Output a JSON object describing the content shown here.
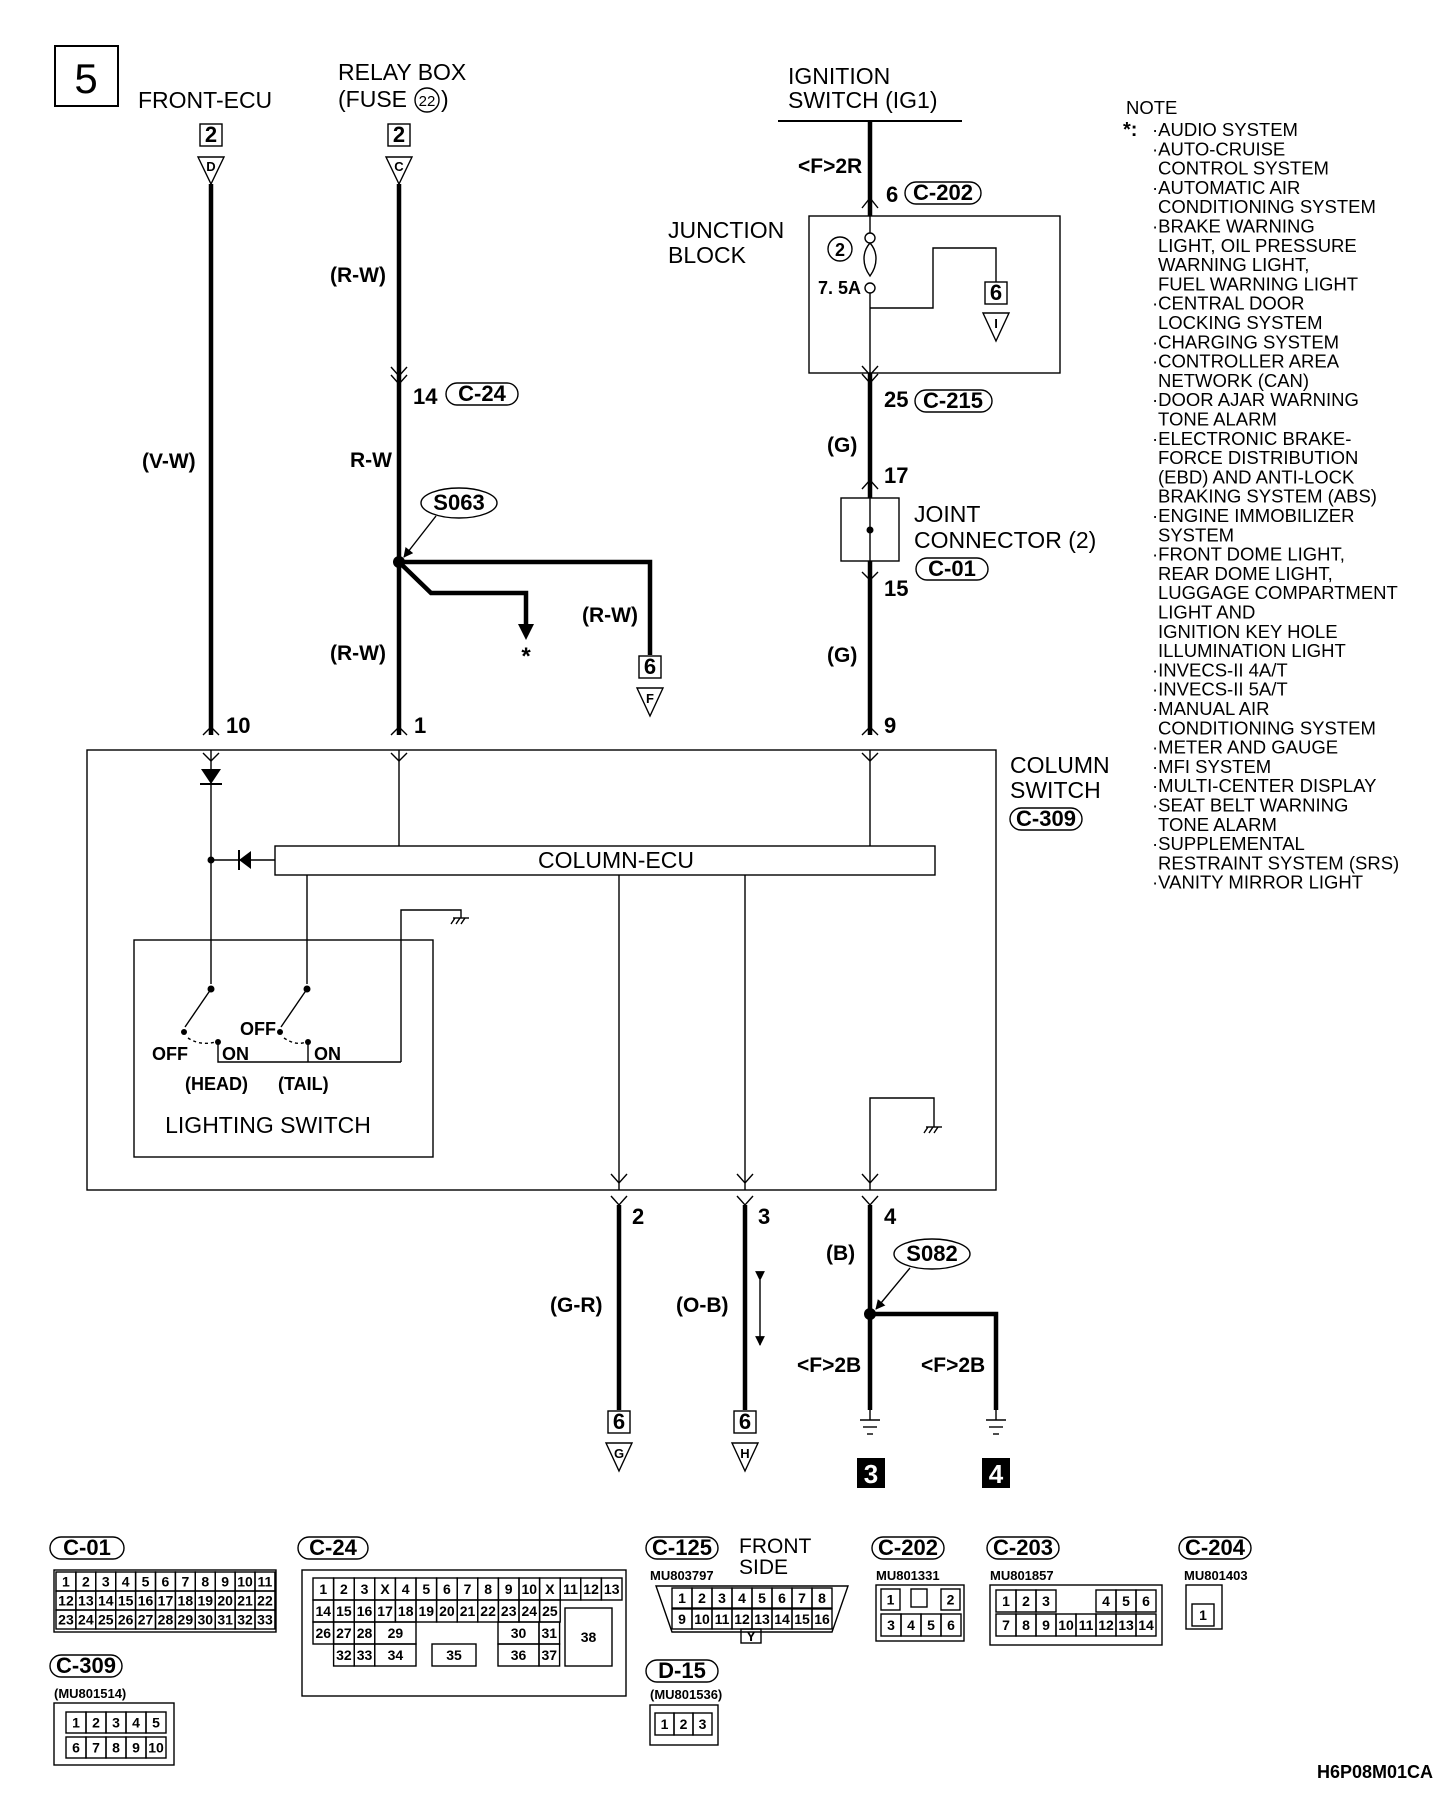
{
  "page_number": "5",
  "labels": {
    "front_ecu": "FRONT-ECU",
    "relay_box_1": "RELAY BOX",
    "relay_box_2": "(FUSE",
    "relay_box_fuse": "22",
    "relay_box_3": ")",
    "ignition_1": "IGNITION",
    "ignition_2": "SWITCH (IG1)",
    "junction_1": "JUNCTION",
    "junction_2": "BLOCK",
    "fuse_number": "2",
    "fuse_rating": "7. 5A",
    "joint_1": "JOINT",
    "joint_2": "CONNECTOR (2)",
    "column_1": "COLUMN",
    "column_2": "SWITCH",
    "column_ecu": "COLUMN-ECU",
    "lighting_switch": "LIGHTING SWITCH",
    "off": "OFF",
    "on": "ON",
    "head": "(HEAD)",
    "tail": "(TAIL)",
    "diagram_code": "H6P08M01CA",
    "front_side_1": "FRONT",
    "front_side_2": "SIDE",
    "asterisk": "*"
  },
  "wires": {
    "vw": "(V-W)",
    "rw_paren": "(R-W)",
    "rw": "R-W",
    "g_paren": "(G)",
    "gr": "(G-R)",
    "ob": "(O-B)",
    "b": "(B)",
    "f2r": "<F>2R",
    "f2b": "<F>2B"
  },
  "pins": {
    "p6": "6",
    "p14": "14",
    "p25": "25",
    "p17": "17",
    "p15": "15",
    "p10": "10",
    "p1": "1",
    "p9": "9",
    "p2": "2",
    "p3": "3",
    "p4": "4"
  },
  "connectors": {
    "c202": "C-202",
    "c24": "C-24",
    "c215": "C-215",
    "c01": "C-01",
    "c309": "C-309",
    "s063": "S063",
    "s082": "S082"
  },
  "offpage": {
    "front_ecu": {
      "num": "2",
      "letter": "D"
    },
    "relay_box": {
      "num": "2",
      "letter": "C"
    },
    "junction": {
      "num": "6",
      "letter": "I"
    },
    "s063": {
      "num": "6",
      "letter": "F"
    },
    "g": {
      "num": "6",
      "letter": "G"
    },
    "h": {
      "num": "6",
      "letter": "H"
    }
  },
  "grounds": {
    "g3": "3",
    "g4": "4"
  },
  "note": {
    "title": "NOTE",
    "star": "*:",
    "lines": [
      "·AUDIO SYSTEM",
      "·AUTO-CRUISE",
      "CONTROL SYSTEM",
      "·AUTOMATIC AIR",
      "CONDITIONING SYSTEM",
      "·BRAKE WARNING",
      "LIGHT, OIL PRESSURE",
      "WARNING LIGHT,",
      "FUEL WARNING LIGHT",
      "·CENTRAL DOOR",
      "LOCKING SYSTEM",
      "·CHARGING SYSTEM",
      "·CONTROLLER AREA",
      "NETWORK (CAN)",
      "·DOOR AJAR WARNING",
      "TONE ALARM",
      "·ELECTRONIC BRAKE-",
      "FORCE DISTRIBUTION",
      "(EBD) AND ANTI-LOCK",
      "BRAKING SYSTEM (ABS)",
      "·ENGINE IMMOBILIZER",
      "SYSTEM",
      "·FRONT DOME LIGHT,",
      "REAR DOME LIGHT,",
      "LUGGAGE COMPARTMENT",
      "LIGHT AND",
      "IGNITION KEY HOLE",
      "ILLUMINATION LIGHT",
      "·INVECS-II 4A/T",
      "·INVECS-II 5A/T",
      "·MANUAL AIR",
      "CONDITIONING SYSTEM",
      "·METER AND GAUGE",
      "·MFI SYSTEM",
      "·MULTI-CENTER DISPLAY",
      "·SEAT BELT WARNING",
      "TONE ALARM",
      "·SUPPLEMENTAL",
      "RESTRAINT SYSTEM (SRS)",
      "·VANITY MIRROR LIGHT"
    ]
  },
  "connector_views": {
    "c01": {
      "name": "C-01",
      "rows": [
        [
          "1",
          "2",
          "3",
          "4",
          "5",
          "6",
          "7",
          "8",
          "9",
          "10",
          "11"
        ],
        [
          "12",
          "13",
          "14",
          "15",
          "16",
          "17",
          "18",
          "19",
          "20",
          "21",
          "22"
        ],
        [
          "23",
          "24",
          "25",
          "26",
          "27",
          "28",
          "29",
          "30",
          "31",
          "32",
          "33"
        ]
      ]
    },
    "c24": {
      "name": "C-24",
      "row1": [
        "1",
        "2",
        "3",
        "X",
        "4",
        "5",
        "6",
        "7",
        "8",
        "9",
        "10",
        "X",
        "11",
        "12",
        "13"
      ],
      "row2": [
        "14",
        "15",
        "16",
        "17",
        "18",
        "19",
        "20",
        "21",
        "22",
        "23",
        "24",
        "25"
      ],
      "row3": [
        "26",
        "27",
        "28",
        "29",
        "30",
        "31"
      ],
      "row4": [
        "32",
        "33",
        "34",
        "35",
        "36",
        "37"
      ],
      "big": "38"
    },
    "c125": {
      "name": "C-125",
      "part": "MU803797",
      "row1": [
        "1",
        "2",
        "3",
        "4",
        "5",
        "6",
        "7",
        "8"
      ],
      "row2": [
        "9",
        "10",
        "11",
        "12",
        "13",
        "14",
        "15",
        "16"
      ],
      "key": "Y"
    },
    "c202": {
      "name": "C-202",
      "part": "MU801331",
      "row1": [
        "1",
        "",
        "2"
      ],
      "row2": [
        "3",
        "4",
        "5",
        "6"
      ]
    },
    "c203": {
      "name": "C-203",
      "part": "MU801857",
      "row1": [
        "1",
        "2",
        "3",
        "4",
        "5",
        "6"
      ],
      "row2": [
        "7",
        "8",
        "9",
        "10",
        "11",
        "12",
        "13",
        "14"
      ]
    },
    "c204": {
      "name": "C-204",
      "part": "MU801403",
      "pin": "1"
    },
    "c309": {
      "name": "C-309",
      "part": "(MU801514)",
      "row1": [
        "1",
        "2",
        "3",
        "4",
        "5"
      ],
      "row2": [
        "6",
        "7",
        "8",
        "9",
        "10"
      ]
    },
    "d15": {
      "name": "D-15",
      "part": "(MU801536)",
      "pins": [
        "1",
        "2",
        "3"
      ]
    }
  }
}
